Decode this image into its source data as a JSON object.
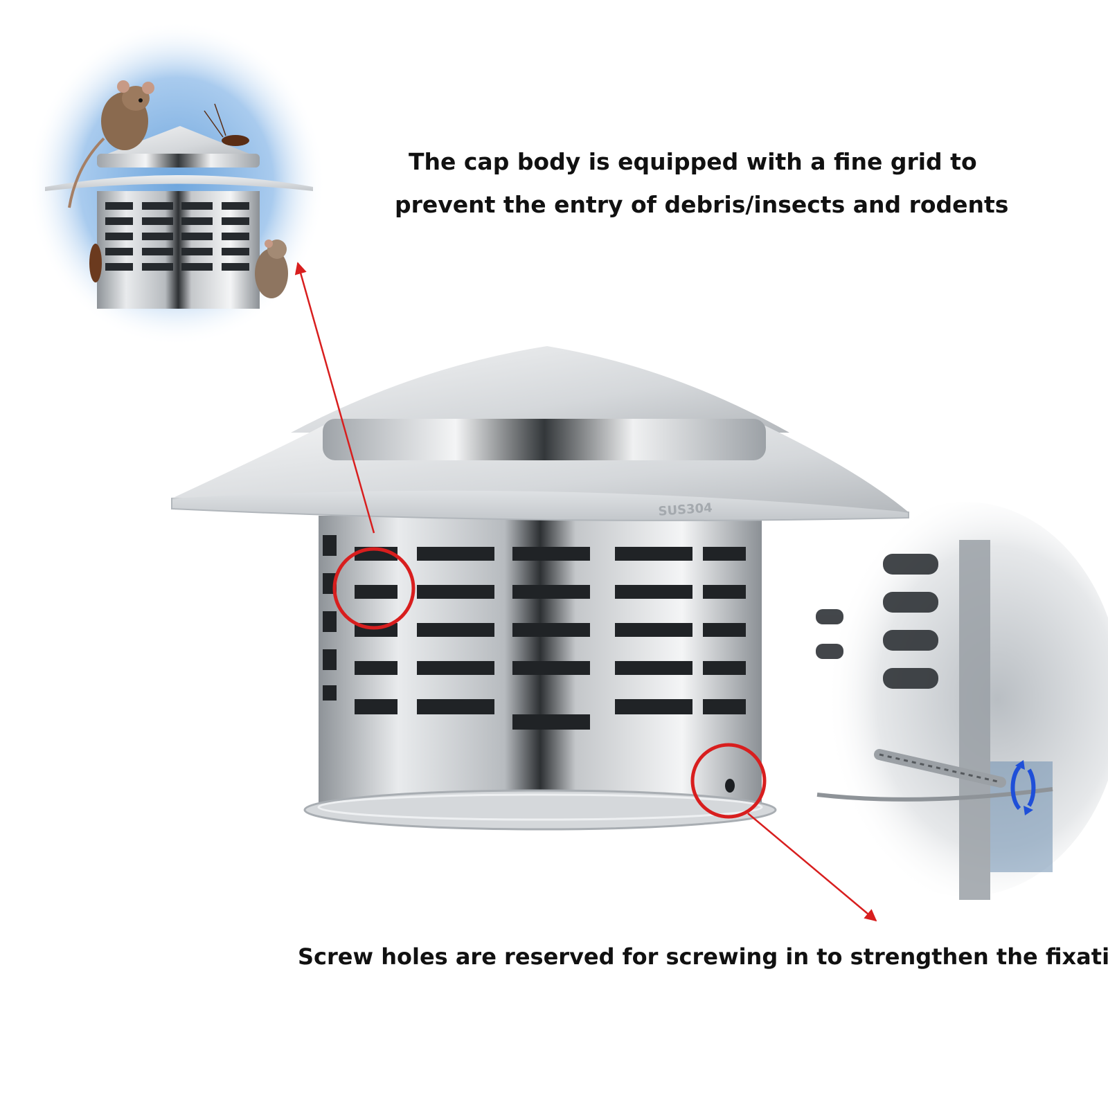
{
  "callouts": {
    "grid_line_1": "The cap body is equipped with a fine grid to",
    "grid_line_2": "prevent the entry of debris/insects and rodents",
    "screw_holes": "Screw holes are reserved for screwing in to strengthen the fixation"
  },
  "product": {
    "stamp": "SUS304"
  },
  "colors": {
    "annotation": "#d81e1e",
    "rotate_arrow": "#1f4fd8",
    "steel": "#c9ccd0",
    "sky": "#6fa6dd"
  },
  "icons": [
    "grid-highlight-circle-icon",
    "screw-hole-highlight-circle-icon",
    "rotate-arrow-icon"
  ]
}
